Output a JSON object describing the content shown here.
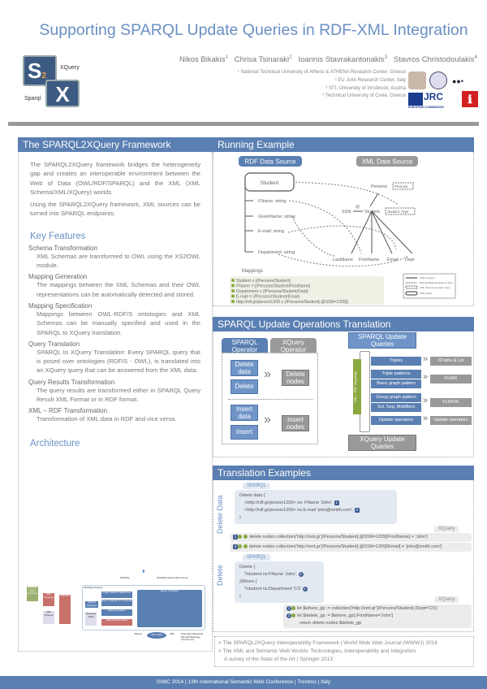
{
  "header": {
    "title": "Supporting SPARQL Update Queries in RDF-XML Integration",
    "logo": {
      "s": "S",
      "two": "2",
      "x": "X",
      "xquery": "XQuery",
      "sparql": "Sparql"
    },
    "authors": [
      {
        "name": "Nikos Bikakis",
        "sup": "1"
      },
      {
        "name": "Chrisa Tsinaraki",
        "sup": "2"
      },
      {
        "name": "Ioannis Stavrakantonakis",
        "sup": "3"
      },
      {
        "name": "Stavros Christodoulakis",
        "sup": "4"
      }
    ],
    "affiliations": [
      "¹ National Technical University of Athens & ATHENA Research Center, Greece",
      "² EU Joint Research Center, Italy",
      "³ STI, University of Innsbruck, Austria",
      "⁴ Technical University of Crete, Greece"
    ],
    "logos": {
      "jrc": "JRC",
      "ec": "EUROPEAN COMMISSION"
    }
  },
  "framework": {
    "title": "The SPARQL2XQuery Framework",
    "p1": "The SPARQL2XQuery framework bridges the heterogeneity gap and creates an interoperable environment between the Web of Data (OWL/RDF/SPARQL) and the XML (XML Schema/XML/XQuery) worlds.",
    "p2": "Using the SPARQL2XQuery framework, XML sources can be turned into SPARQL endpoints.",
    "features_title": "Key Features",
    "features": [
      {
        "h": "Schema Transformation",
        "t": "XML Schemas are transformed to OWL using the XS2OWL module."
      },
      {
        "h": "Mapping Generation",
        "t": "The mappings between the XML Schemas and their OWL representations can be automatically detected and stored."
      },
      {
        "h": "Mapping Specification",
        "t": "Mappings between OWL-RDF/S ontologies and XML Schemas can be manually specified and used in the SPARQL to XQuery translation."
      },
      {
        "h": "Query Translation",
        "t": "SPARQL to XQuery Translation: Every SPARQL query that is posed over ontologies (RDF/S - OWL), is translated into an XQuery query that can be answered from the XML data."
      },
      {
        "h": "Query Results Transformation",
        "t": "The query results are transformed either in SPARQL Query Result XML Format or in RDF format."
      },
      {
        "h": "XML – RDF Transformation",
        "t": "Transformation of XML data in RDF and vice versa."
      }
    ],
    "arch_title": "Architecture",
    "arch": {
      "sparql": "SPARQL",
      "results": "SPARQL Result XML Format",
      "main": "SPARQL2XQuery",
      "ext": "Existing OWL Ontology",
      "owl": "OWL Ontology",
      "xsd": "XML Schema",
      "xs2owl": "XS2OWL",
      "qrt": "Query Result Transformer",
      "qac": "Query Analyzer & Composer",
      "xqo": "XQuery Optimizer",
      "mp": "Mapping Parser",
      "mg": "Mapping Generator",
      "map": "Mappings (XML)",
      "qt": "Query Translator",
      "xquery": "XQuery",
      "xml": "XML",
      "db": "XML Data",
      "legend": [
        "Automatic Mappings",
        "Manual Mappings",
        "Tool Access"
      ]
    }
  },
  "running": {
    "title": "Running Example",
    "rdf": "RDF Data Source",
    "xml": "XML Data Source",
    "cls": "Student",
    "props": [
      "FName: string",
      "GivenName: string",
      "E-mail: string",
      "Department: string"
    ],
    "persons": "Persons",
    "persons_type": "Persons",
    "ssn": "SSN",
    "at": "@",
    "student": "Student",
    "student_type": "Student_Type",
    "leaves": [
      "LastName",
      "FirstName",
      "Email",
      "Dept"
    ],
    "mappings_title": "Mappings",
    "mappings": [
      "Student ≡ {/Persons/Student}",
      "FName ≡ {/Persons/Student/FirstName}",
      "Department ≡ {/Persons/Student/Dept}",
      "E-mail ≡ {/Persons/Student/Email}",
      "http://rdf.gr/person1209 ≡ {/Persons/Student[.@SSN=1209]}"
    ],
    "legend": [
      "OWL Property",
      "Manual Mapping (Expert User)",
      "XML Schema Complex Type",
      "OWL Class"
    ]
  },
  "update": {
    "title": "SPARQL Update Operations Translation",
    "tab_sparql": "SPARQL Operator",
    "tab_xquery": "XQuery Operator",
    "delete_data": "Delete data",
    "delete": "Delete",
    "delete_nodes": "Delete nodes",
    "insert_data": "Insert data",
    "insert": "Insert",
    "insert_nodes": "Insert nodes",
    "arrow": "»",
    "top": "SPARQL Update Queries",
    "bottom": "XQuery Update Queries",
    "mappings": "XML – RDF Mappings",
    "rows": [
      [
        "Triples",
        "XPaths & Let"
      ],
      [
        "Triple patterns",
        ""
      ],
      [
        "Basic graph pattern",
        "FLWR"
      ],
      [
        "Group graph pattern",
        ""
      ],
      [
        "Sol. Seq. Modifiers",
        "FLWOR"
      ],
      [
        "Update operators",
        "Update operators"
      ]
    ]
  },
  "examples": {
    "title": "Translation Examples",
    "sec1": "Delete Data",
    "sec2": "Delete",
    "sparql": "SPARQL",
    "xquery": "XQuery",
    "d1": [
      "Delete data {",
      "<http://rdf.gr/person1209> ns: FName 'John'.",
      "<http://rdf.gr/person1209> ns:E-mail 'john@smith.com'.",
      "}"
    ],
    "x1": [
      "delete nodes collection('http://xml.gr')/Persons/Student[.@SSN=1209]/FirstName[.= 'John']",
      "delete nodes collection('http://xml.gr')/Persons/Student[.@SSN=1209]/Email[.= 'john@smith.com']"
    ],
    "d2": [
      "Delete {",
      "?student ns:FName 'John'.",
      "}Where {",
      "?student ns:Department 'CS'",
      "}"
    ],
    "x2": [
      "let $where_gp := collection('http://xml.gr')/Persons/Student[./Dept='CS']",
      "let $delete_gp := $where_gp[./FirstName='John']",
      "return delete nodes $delete_gp"
    ],
    "n1": "1",
    "n2": "2"
  },
  "refs": [
    "> The SPARQL2XQuery Interoperability Framework | World Wide Web Journal (WWWJ) 2014",
    "> The XML and Semantic Web Worlds: Technologies, Interoperability and Integration.",
    "A survey of the State of the Art | Springer 2013"
  ],
  "footer": "ISWC 2014 | 13th International Semantic Web Conference | Trentino | Italy"
}
